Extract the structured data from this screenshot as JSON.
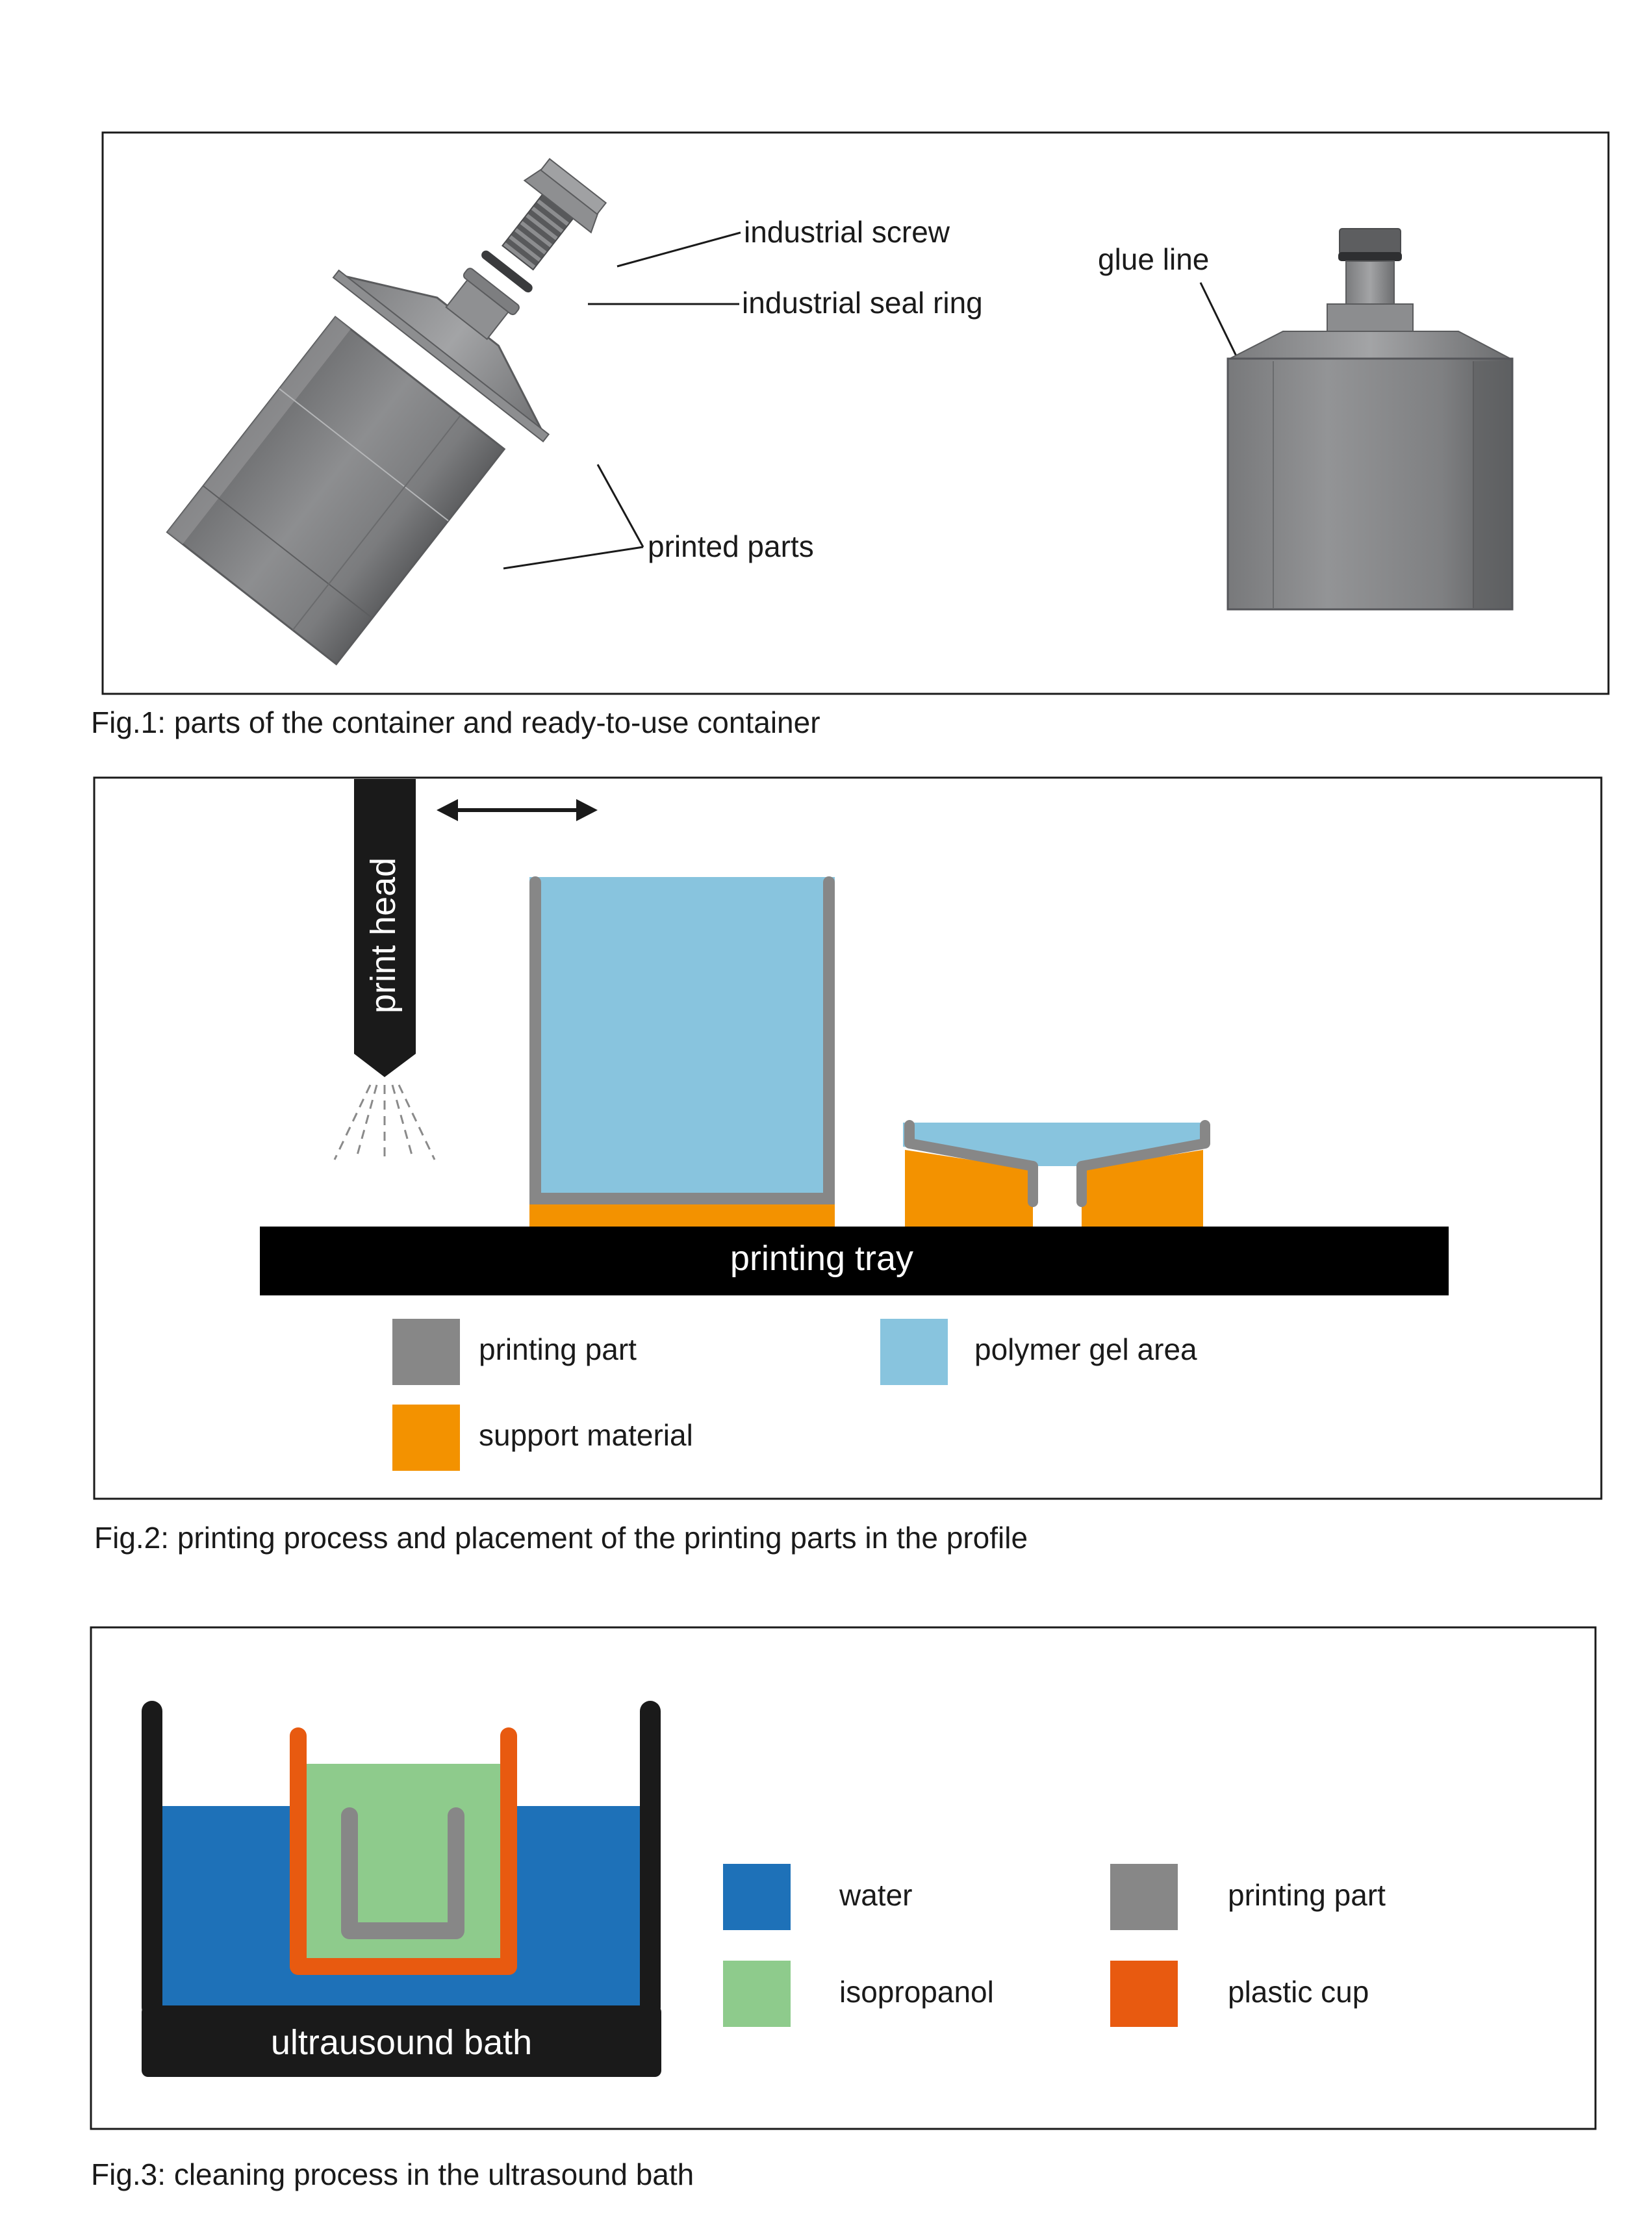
{
  "fig1": {
    "labels": {
      "screw": "industrial screw",
      "seal": "industrial seal ring",
      "printed": "printed parts",
      "glue": "glue line"
    },
    "caption": "Fig.1: parts of the container and ready-to-use container"
  },
  "fig2": {
    "print_head": "print head",
    "tray": "printing tray",
    "legend": {
      "printing_part": "printing part",
      "polymer_gel": "polymer gel area",
      "support": "support material"
    },
    "caption": "Fig.2: printing process and placement of the printing parts in the profile"
  },
  "fig3": {
    "bath": "ultrausound bath",
    "legend": {
      "water": "water",
      "printing_part": "printing part",
      "isopropanol": "isopropanol",
      "plastic_cup": "plastic cup"
    },
    "caption": "Fig.3: cleaning process in the ultrasound bath"
  },
  "colors": {
    "printing_part": "#878787",
    "polymer_gel": "#88c4de",
    "support": "#f39200",
    "water": "#1e71b8",
    "isopropanol": "#8ecb8c",
    "plastic_cup": "#e85a10",
    "black": "#1a1a1a"
  }
}
